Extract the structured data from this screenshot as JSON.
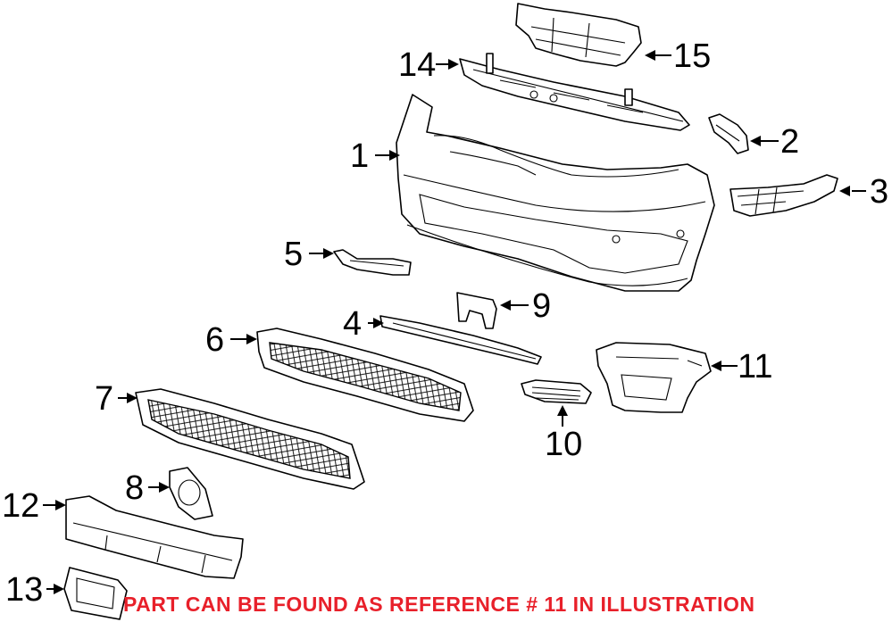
{
  "callouts": [
    {
      "id": "1",
      "label": "1"
    },
    {
      "id": "2",
      "label": "2"
    },
    {
      "id": "3",
      "label": "3"
    },
    {
      "id": "4",
      "label": "4"
    },
    {
      "id": "5",
      "label": "5"
    },
    {
      "id": "6",
      "label": "6"
    },
    {
      "id": "7",
      "label": "7"
    },
    {
      "id": "8",
      "label": "8"
    },
    {
      "id": "9",
      "label": "9"
    },
    {
      "id": "10",
      "label": "10"
    },
    {
      "id": "11",
      "label": "11"
    },
    {
      "id": "12",
      "label": "12"
    },
    {
      "id": "13",
      "label": "13"
    },
    {
      "id": "14",
      "label": "14"
    },
    {
      "id": "15",
      "label": "15"
    }
  ],
  "note": "PART CAN BE FOUND AS REFERENCE # 11 IN ILLUSTRATION",
  "colors": {
    "line": "#000000",
    "note": "#e8202a",
    "background": "#ffffff"
  }
}
